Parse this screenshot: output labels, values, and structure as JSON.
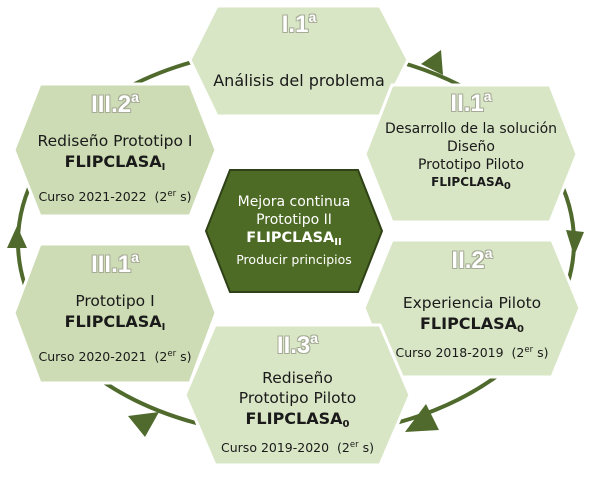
{
  "colors": {
    "ring": "#4f6a2c",
    "hex_light": "#d9e6c6",
    "hex_mid": "#cddcb4",
    "hex_border": "#ffffff",
    "center_fill": "#4e6b25",
    "center_border": "#2f4116"
  },
  "nodes": {
    "i1": {
      "step_label": "I.1",
      "step_sup": "a",
      "title": "Análisis del problema"
    },
    "ii1": {
      "step_label": "II.1",
      "step_sup": "a",
      "line1": "Desarrollo de la solución",
      "line2": "Diseño",
      "line3": "Prototipo Piloto",
      "brand": "FLIPCLASA",
      "brand_sub": "0"
    },
    "ii2": {
      "step_label": "II.2",
      "step_sup": "a",
      "title": "Experiencia Piloto",
      "brand": "FLIPCLASA",
      "brand_sub": "0",
      "course": "Curso 2018-2019",
      "course_paren": "(2",
      "course_sup": "er",
      "course_end": " s)"
    },
    "ii3": {
      "step_label": "II.3",
      "step_sup": "a",
      "line1": "Rediseño",
      "line2": "Prototipo Piloto",
      "brand": "FLIPCLASA",
      "brand_sub": "0",
      "course": "Curso 2019-2020",
      "course_paren": "(2",
      "course_sup": "er",
      "course_end": " s)"
    },
    "iii1": {
      "step_label": "III.1",
      "step_sup": "a",
      "title": "Prototipo I",
      "brand": "FLIPCLASA",
      "brand_sub": "I",
      "course": "Curso 2020-2021",
      "course_paren": "(2",
      "course_sup": "er",
      "course_end": " s)"
    },
    "iii2": {
      "step_label": "III.2",
      "step_sup": "a",
      "title": "Rediseño Prototipo I",
      "brand": "FLIPCLASA",
      "brand_sub": "I",
      "course": "Curso 2021-2022",
      "course_paren": "(2",
      "course_sup": "er",
      "course_end": " s)"
    },
    "center": {
      "line1": "Mejora continua",
      "line2": "Prototipo II",
      "brand": "FLIPCLASA",
      "brand_sub": "II",
      "line3": "Producir principios"
    }
  }
}
